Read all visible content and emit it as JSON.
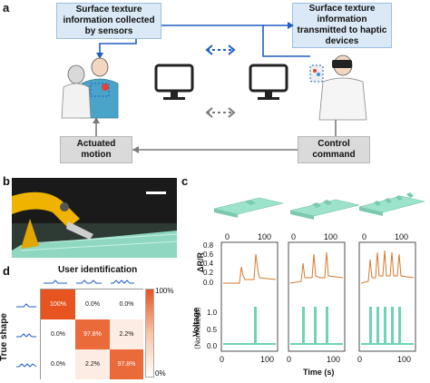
{
  "panel_a": {
    "letter": "a",
    "box_sensors_line1": "Surface texture",
    "box_sensors_line2": "information collected",
    "box_sensors_line3": "by sensors",
    "box_haptic_line1": "Surface texture",
    "box_haptic_line2": "information",
    "box_haptic_line3": "transmitted to haptic",
    "box_haptic_line4": "devices",
    "box_actuated_line1": "Actuated",
    "box_actuated_line2": "motion",
    "box_control_line1": "Control",
    "box_control_line2": "command",
    "colors": {
      "blue_box": "#dbe9f6",
      "gray_box": "#dadada",
      "arrow_blue": "#1f5fbf",
      "arrow_gray": "#7a7a7a"
    }
  },
  "panel_b": {
    "letter": "b"
  },
  "panel_c": {
    "letter": "c",
    "time_ticks": [
      "0",
      "100"
    ],
    "r_axis_label": "ΔR/R",
    "r_ticks": [
      "0.8",
      "0.6",
      "0.4",
      "0.2",
      "0.0"
    ],
    "v_axis_label": "Voltage",
    "v_axis_sub": "（Normalized）",
    "v_ticks": [
      "1.0",
      "0.5",
      "0.0"
    ],
    "bottom_ticks": [
      "0",
      "100"
    ],
    "x_label": "Time (s)",
    "colors": {
      "resistance": "#d9792b",
      "voltage": "#6fd3b4",
      "texture": "#9de3cc"
    }
  },
  "panel_d": {
    "letter": "d",
    "top_label": "User identification",
    "side_label": "True shape",
    "matrix": [
      [
        "100%",
        "0.0%",
        "0.0%"
      ],
      [
        "0.0%",
        "97.8%",
        "2.2%"
      ],
      [
        "0.0%",
        "2.2%",
        "97.8%"
      ]
    ],
    "colorbar_max": "100%",
    "colorbar_min": "0%",
    "colors": {
      "high": "#e8541f",
      "low": "#ffffff"
    }
  }
}
